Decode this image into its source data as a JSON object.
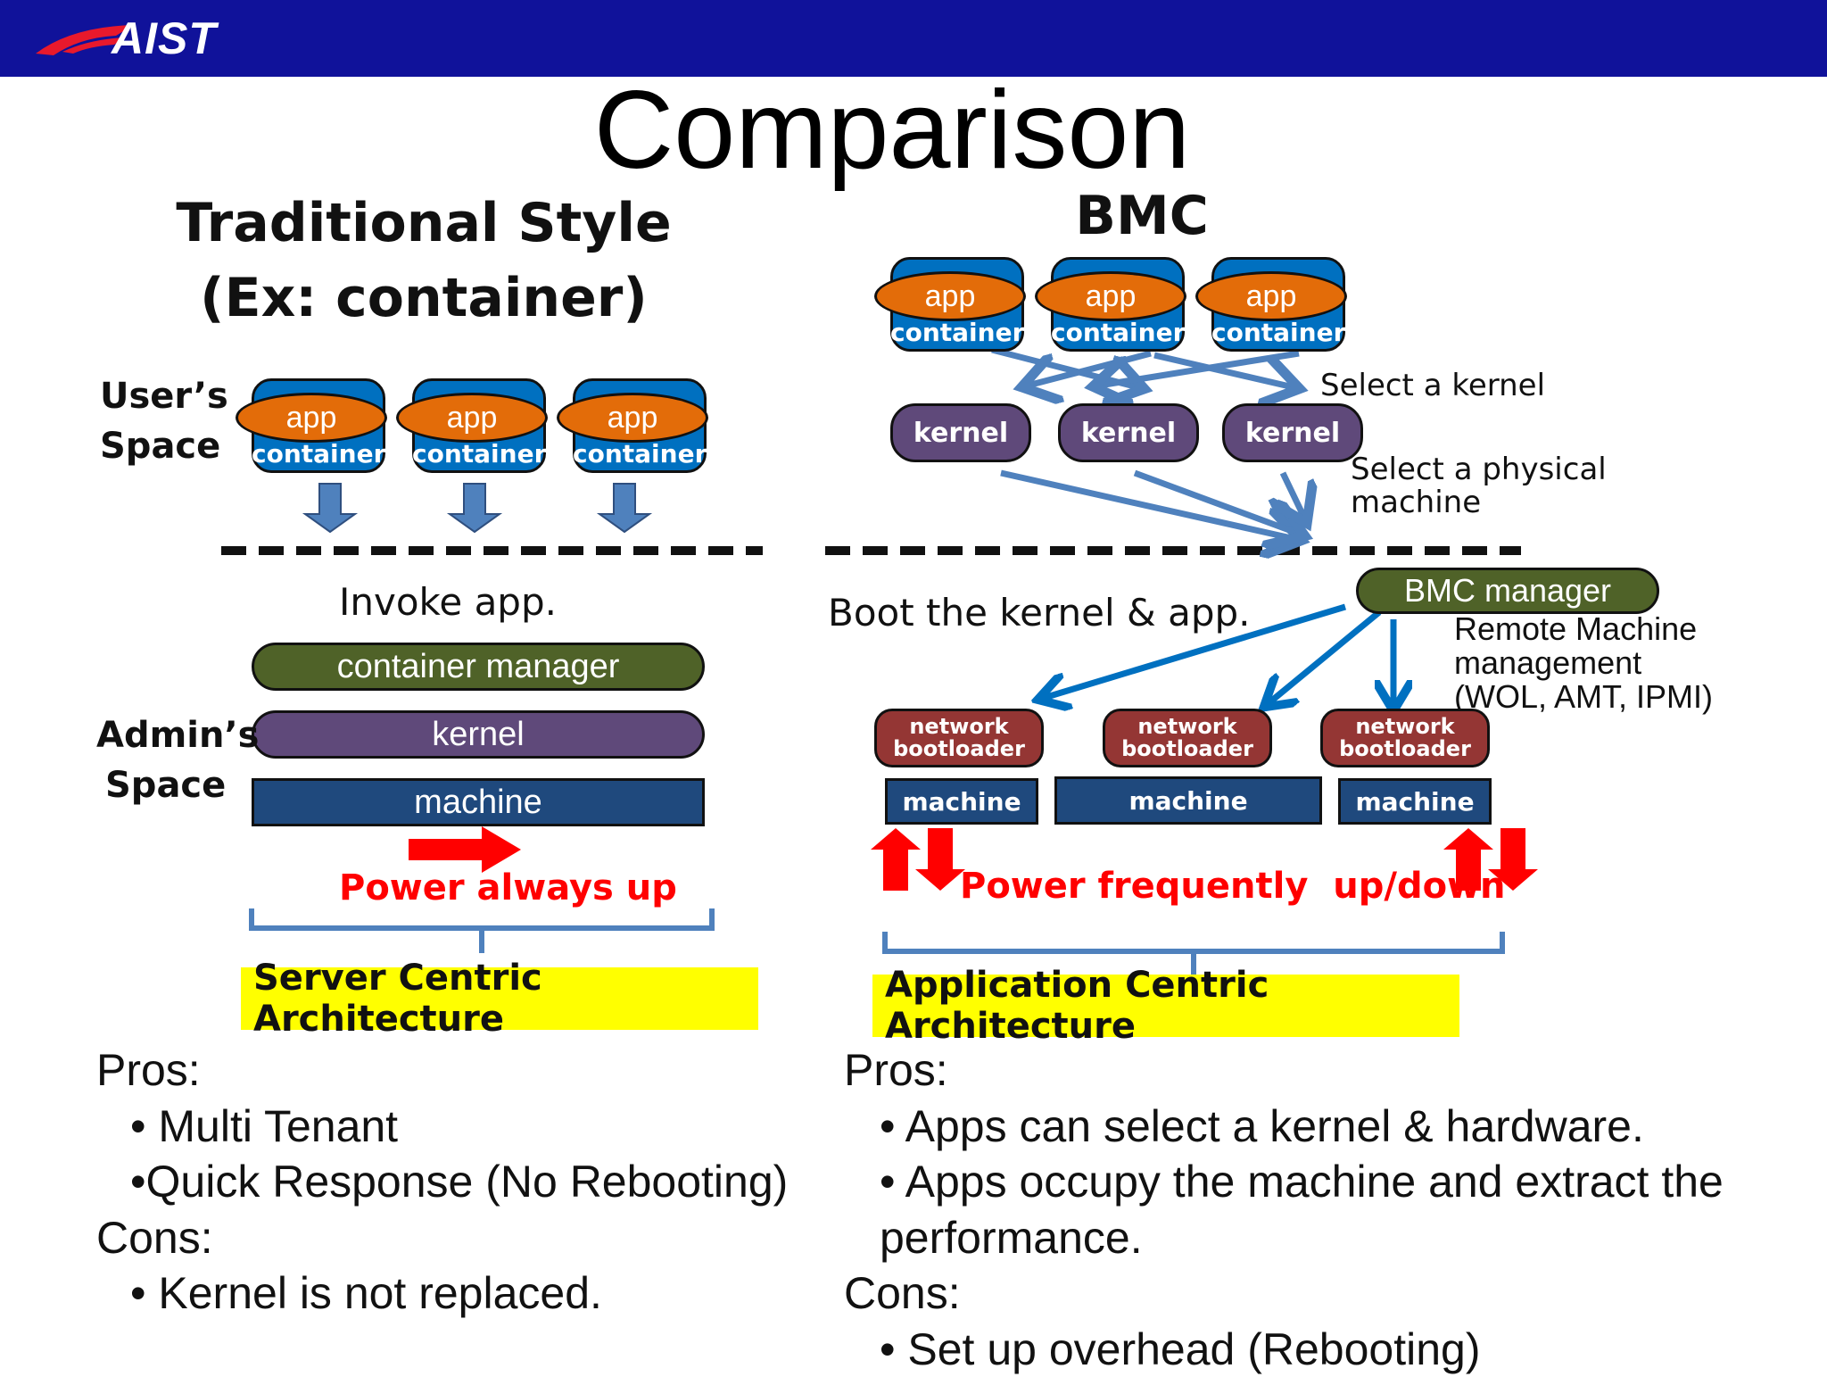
{
  "header": {
    "logo": "AIST"
  },
  "title": "Comparison",
  "left": {
    "heading_line1": "Traditional Style",
    "heading_line2": "(Ex: container)",
    "users_space_line1": "User’s",
    "users_space_line2": "Space",
    "stacks": [
      {
        "app": "app",
        "container": "container"
      },
      {
        "app": "app",
        "container": "container"
      },
      {
        "app": "app",
        "container": "container"
      }
    ],
    "invoke": "Invoke app.",
    "container_manager": "container manager",
    "kernel": "kernel",
    "machine": "machine",
    "admins_space_line1": "Admin’s",
    "admins_space_line2": "Space",
    "power": "Power always up",
    "architecture": "Server Centric Architecture",
    "pros_label": "Pros:",
    "pros": [
      "• Multi Tenant",
      "•Quick Response (No Rebooting)"
    ],
    "cons_label": "Cons:",
    "cons": [
      "• Kernel is not replaced."
    ]
  },
  "right": {
    "heading": "BMC",
    "stacks": [
      {
        "app": "app",
        "container": "container"
      },
      {
        "app": "app",
        "container": "container"
      },
      {
        "app": "app",
        "container": "container"
      }
    ],
    "kernels": [
      "kernel",
      "kernel",
      "kernel"
    ],
    "select_kernel": "Select a kernel",
    "select_machine_line1": "Select a physical",
    "select_machine_line2": "machine",
    "boot": "Boot the kernel & app.",
    "bmc_manager": "BMC manager",
    "remote_line1": "Remote Machine",
    "remote_line2": "management",
    "remote_line3": "(WOL, AMT, IPMI)",
    "bootloaders": [
      {
        "line1": "network",
        "line2": "bootloader"
      },
      {
        "line1": "network",
        "line2": "bootloader"
      },
      {
        "line1": "network",
        "line2": "bootloader"
      }
    ],
    "machines": [
      "machine",
      "machine",
      "machine"
    ],
    "power": "Power frequently  up/down",
    "architecture": "Application Centric Architecture",
    "pros_label": "Pros:",
    "pros": [
      "• Apps can select a kernel & hardware.",
      "• Apps occupy the machine and extract the",
      "performance."
    ],
    "cons_label": "Cons:",
    "cons": [
      "• Set up overhead (Rebooting)"
    ]
  },
  "colors": {
    "header": "#10129a",
    "app": "#e36c09",
    "container": "#0070c0",
    "manager": "#4f6228",
    "kernel": "#5f497a",
    "machine": "#1f497d",
    "bootloader": "#943634",
    "highlight": "#ffff00",
    "power": "#ff0000",
    "arrow": "#4f81bd"
  }
}
